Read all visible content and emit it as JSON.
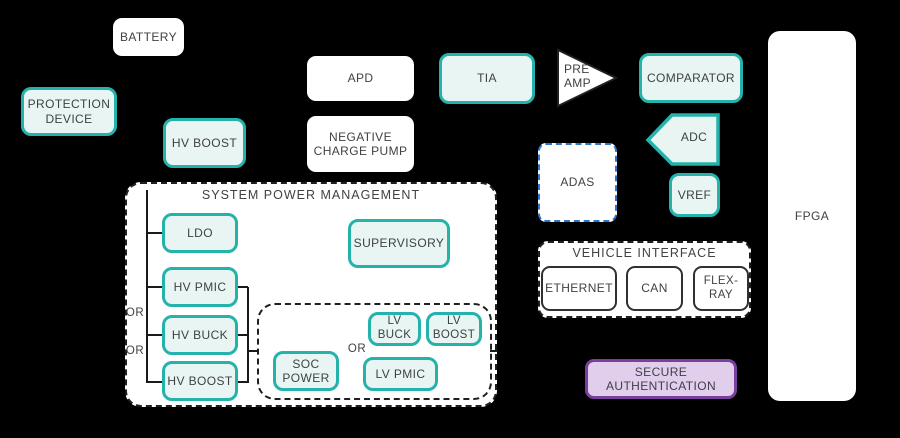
{
  "canvas": {
    "background": "#000000"
  },
  "colors": {
    "teal_border": "#24b3aa",
    "teal_fill": "#e8f5f2",
    "white_fill": "#ffffff",
    "purple_border": "#7b3f9d",
    "purple_fill": "#e1cdec",
    "blue_dashed_border": "#2e75cc",
    "text": "#3f4145",
    "connector": "#1a1a1c"
  },
  "nodes": {
    "battery": "BATTERY",
    "protection_device": "PROTECTION\nDEVICE",
    "hv_boost_top": "HV BOOST",
    "apd": "APD",
    "negative_charge_pump": "NEGATIVE\nCHARGE PUMP",
    "tia": "TIA",
    "pre_amp": "PRE\nAMP",
    "comparator": "COMPARATOR",
    "adc": "ADC",
    "vref": "VREF",
    "adas": "ADAS",
    "fpga": "FPGA",
    "secure_authentication": "SECURE\nAUTHENTICATION"
  },
  "spm": {
    "title": "SYSTEM POWER MANAGEMENT",
    "or": "OR",
    "nodes": {
      "ldo": "LDO",
      "hv_pmic": "HV PMIC",
      "hv_buck": "HV BUCK",
      "hv_boost": "HV BOOST",
      "supervisory": "SUPERVISORY",
      "soc_power": "SOC\nPOWER",
      "lv_buck": "LV\nBUCK",
      "lv_boost": "LV\nBOOST",
      "lv_pmic": "LV PMIC"
    }
  },
  "vehicle_interface": {
    "title": "VEHICLE INTERFACE",
    "nodes": {
      "ethernet": "ETHERNET",
      "can": "CAN",
      "flex_ray": "FLEX-\nRAY"
    }
  }
}
